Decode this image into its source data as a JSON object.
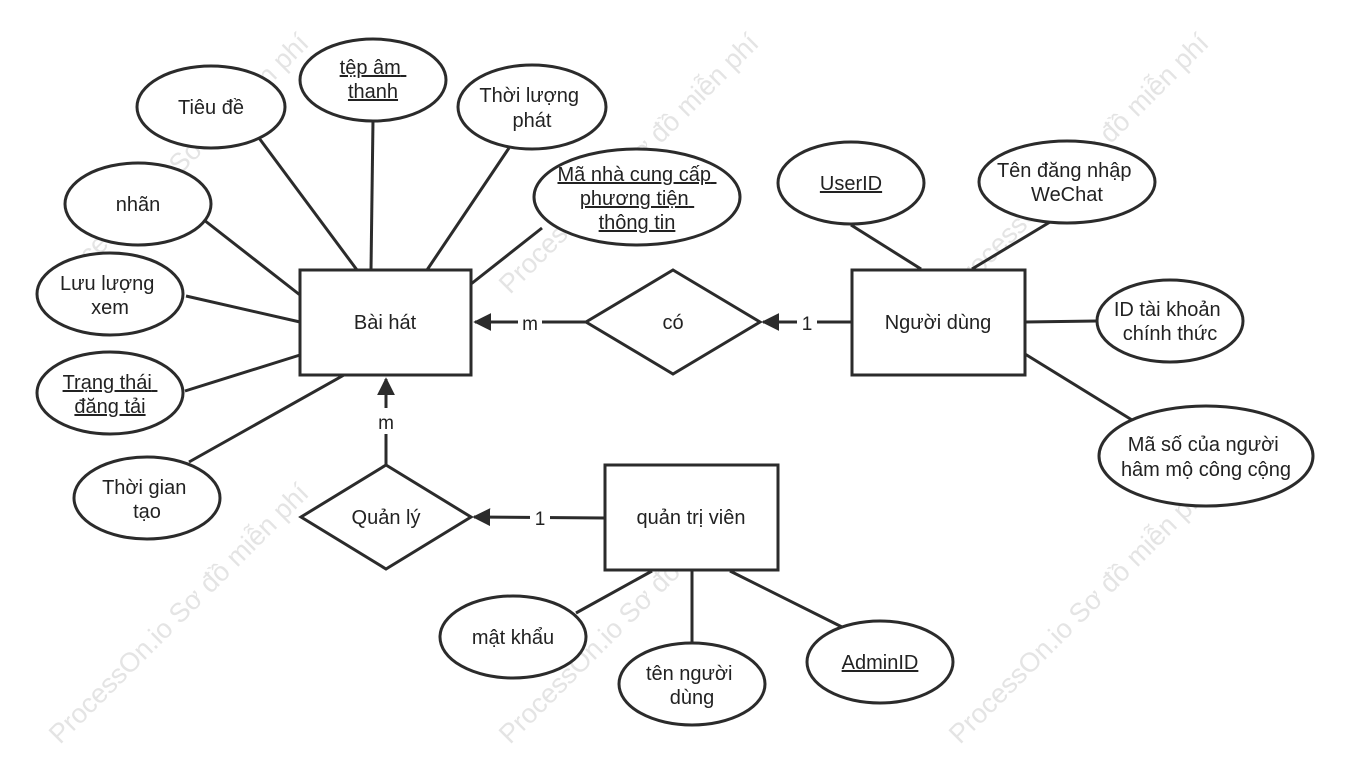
{
  "watermark": "ProcessOn.io Sơ đồ miễn phí",
  "entities": {
    "song": "Bài hát",
    "user": "Người dùng",
    "admin": "quản trị viên"
  },
  "relationships": {
    "has": "có",
    "manage": "Quản lý"
  },
  "cardinalities": {
    "has_song": "m",
    "has_user": "1",
    "manage_song": "m",
    "manage_admin": "1"
  },
  "song_attributes": {
    "title": "Tiêu đề",
    "audio_file": [
      "tệp âm",
      "thanh"
    ],
    "duration": [
      "Thời lượng",
      "phát"
    ],
    "media_provider_code": [
      "Mã nhà cung cấp",
      "phương tiện",
      "thông tin"
    ],
    "tag": "nhãn",
    "views": [
      "Lưu lượng",
      "xem"
    ],
    "upload_status": [
      "Trạng thái",
      "đăng tải"
    ],
    "created_time": [
      "Thời gian",
      "tạo"
    ]
  },
  "user_attributes": {
    "user_id": "UserID",
    "wechat_login": [
      "Tên đăng nhập",
      "WeChat"
    ],
    "official_account_id": [
      "ID tài khoản",
      "chính thức"
    ],
    "public_fan_code": [
      "Mã số của người",
      "hâm mộ công cộng"
    ]
  },
  "admin_attributes": {
    "password": "mật khẩu",
    "username": [
      "tên người",
      "dùng"
    ],
    "admin_id": "AdminID"
  }
}
